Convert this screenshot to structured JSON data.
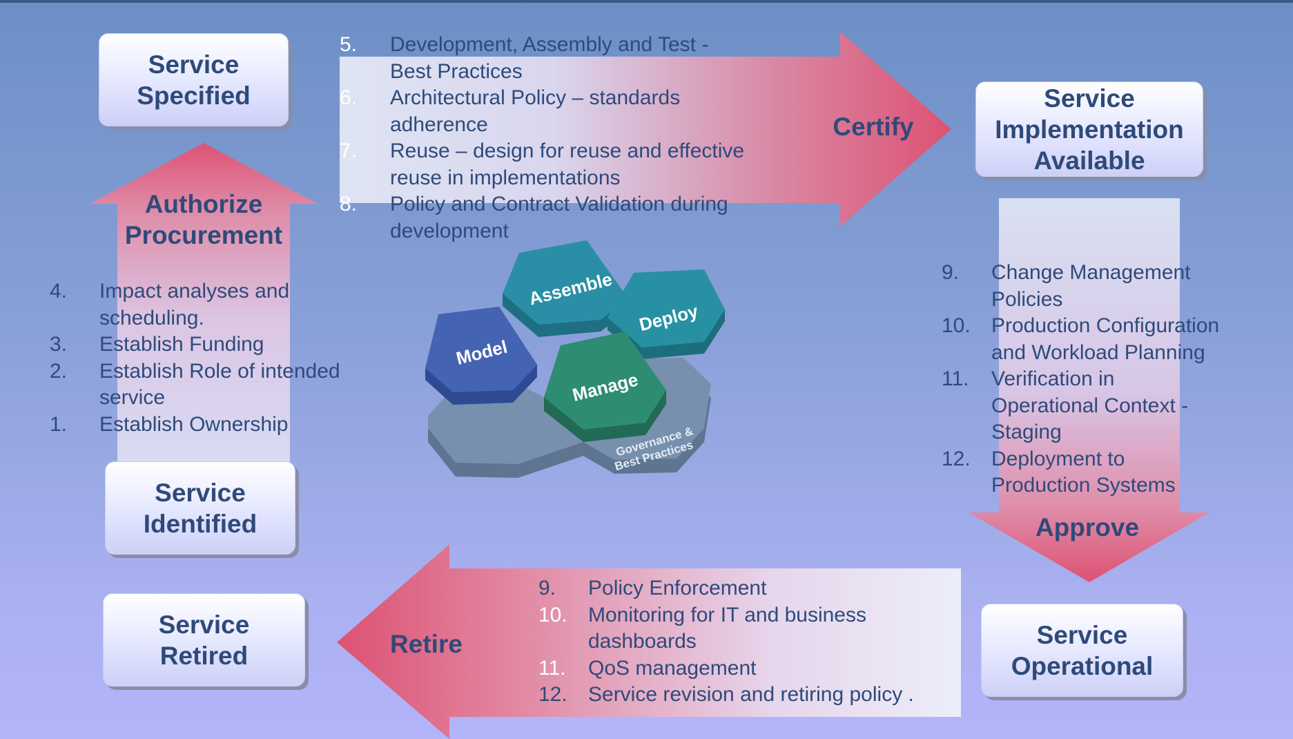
{
  "states": {
    "specified": "Service\nSpecified",
    "implementation_available": "Service\nImplementation\nAvailable",
    "identified": "Service\nIdentified",
    "retired": "Service\nRetired",
    "operational": "Service\nOperational"
  },
  "transitions": {
    "authorize": "Authorize\nProcurement",
    "certify": "Certify",
    "approve": "Approve",
    "retire": "Retire"
  },
  "lists": {
    "procurement": [
      {
        "num": "4.",
        "text": "Impact analyses and\nscheduling."
      },
      {
        "num": "3.",
        "text": "Establish Funding"
      },
      {
        "num": "2.",
        "text": "Establish Role of intended\nservice"
      },
      {
        "num": "1.",
        "text": "Establish Ownership"
      }
    ],
    "certify": [
      {
        "num": "5.",
        "text": "Development, Assembly and Test  -\nBest Practices"
      },
      {
        "num": "6.",
        "text": "Architectural Policy – standards\nadherence"
      },
      {
        "num": "7.",
        "text": "Reuse – design for reuse and effective\nreuse in implementations"
      },
      {
        "num": "8.",
        "text": "Policy and Contract Validation during\ndevelopment"
      }
    ],
    "approve": [
      {
        "num": "9.",
        "text": "Change Management\nPolicies"
      },
      {
        "num": "10.",
        "text": "Production Configuration\nand Workload Planning"
      },
      {
        "num": "11.",
        "text": "Verification in\nOperational Context -\nStaging"
      },
      {
        "num": "12.",
        "text": "Deployment to\nProduction Systems"
      }
    ],
    "retire": [
      {
        "num": "9.",
        "text": "Policy Enforcement"
      },
      {
        "num": "10.",
        "text": "Monitoring for IT and business\ndashboards"
      },
      {
        "num": "11.",
        "text": "QoS management"
      },
      {
        "num": "12.",
        "text": "Service revision and retiring policy ."
      }
    ]
  },
  "hexagons": {
    "model": "Model",
    "assemble": "Assemble",
    "deploy": "Deploy",
    "manage": "Manage",
    "governance_line1": "Governance &",
    "governance_line2": "Best Practices"
  },
  "colors": {
    "state_text": "#2e4a7a",
    "arrow_red": "#dd5273",
    "arrow_light": "#dfe3f3",
    "hex_model": "#4563b3",
    "hex_assemble": "#2a8fa6",
    "hex_deploy": "#2791a3",
    "hex_manage": "#2e8c72",
    "hex_base": "#6f8aa6"
  }
}
